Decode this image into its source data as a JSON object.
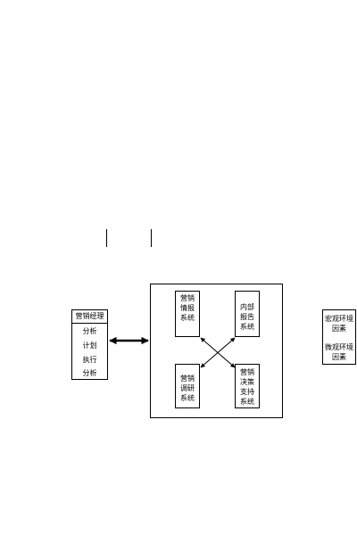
{
  "manager": {
    "title": "营销经理",
    "items": [
      "分析",
      "计划",
      "执行",
      "分析"
    ]
  },
  "subsystems": {
    "intelligence": [
      "营销",
      "情报",
      "系统"
    ],
    "internal_reports": [
      "内部",
      "报告",
      "系统"
    ],
    "research": [
      "营销",
      "调研",
      "系统"
    ],
    "decision_support": [
      "营销",
      "决策",
      "支持",
      "系统"
    ]
  },
  "environment": {
    "macro": [
      "宏观环境",
      "因素"
    ],
    "micro": [
      "微观环境",
      "因素"
    ]
  }
}
